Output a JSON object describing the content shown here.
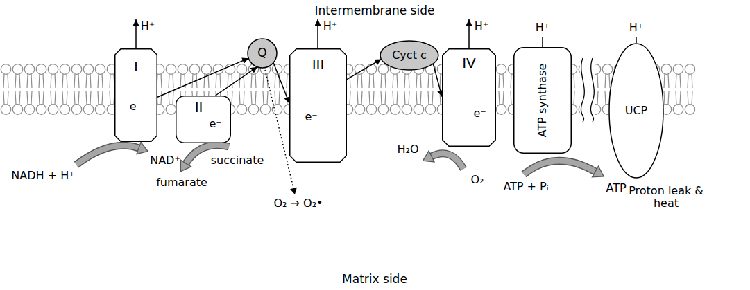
{
  "diagram": {
    "nodes": [
      {
        "text": [
          "I",
          "e⁻"
        ]
      },
      {
        "text": [
          "II",
          "e⁻"
        ]
      },
      {
        "text": [
          "Q"
        ]
      },
      {
        "text": [
          "III",
          "e⁻"
        ]
      },
      {
        "text": [
          "Cyct c"
        ]
      },
      {
        "text": [
          "IV",
          "e⁻"
        ]
      },
      {
        "text": [
          "ATP synthase"
        ]
      },
      {
        "text": [
          "UCP"
        ]
      }
    ],
    "edges": [
      {
        "from": 0,
        "to": 2,
        "arrow": "to"
      },
      {
        "from": 1,
        "to": 2,
        "arrow": "to"
      },
      {
        "from": 2,
        "to": 3,
        "arrow": "to"
      },
      {
        "from": 3,
        "to": 4,
        "arrow": "to"
      },
      {
        "from": 4,
        "to": 5,
        "arrow": "to"
      }
    ],
    "labels": [
      "Intermembrane side",
      "H⁺",
      "H⁺",
      "H⁺",
      "H⁺",
      "H⁺",
      "NADH + H⁺",
      "NAD⁺",
      "succinate",
      "fumarate",
      "O₂ → O₂•",
      "H₂O",
      "O₂",
      "ATP + Pᵢ",
      "ATP",
      "Proton leak & heat",
      "Matrix side"
    ]
  }
}
